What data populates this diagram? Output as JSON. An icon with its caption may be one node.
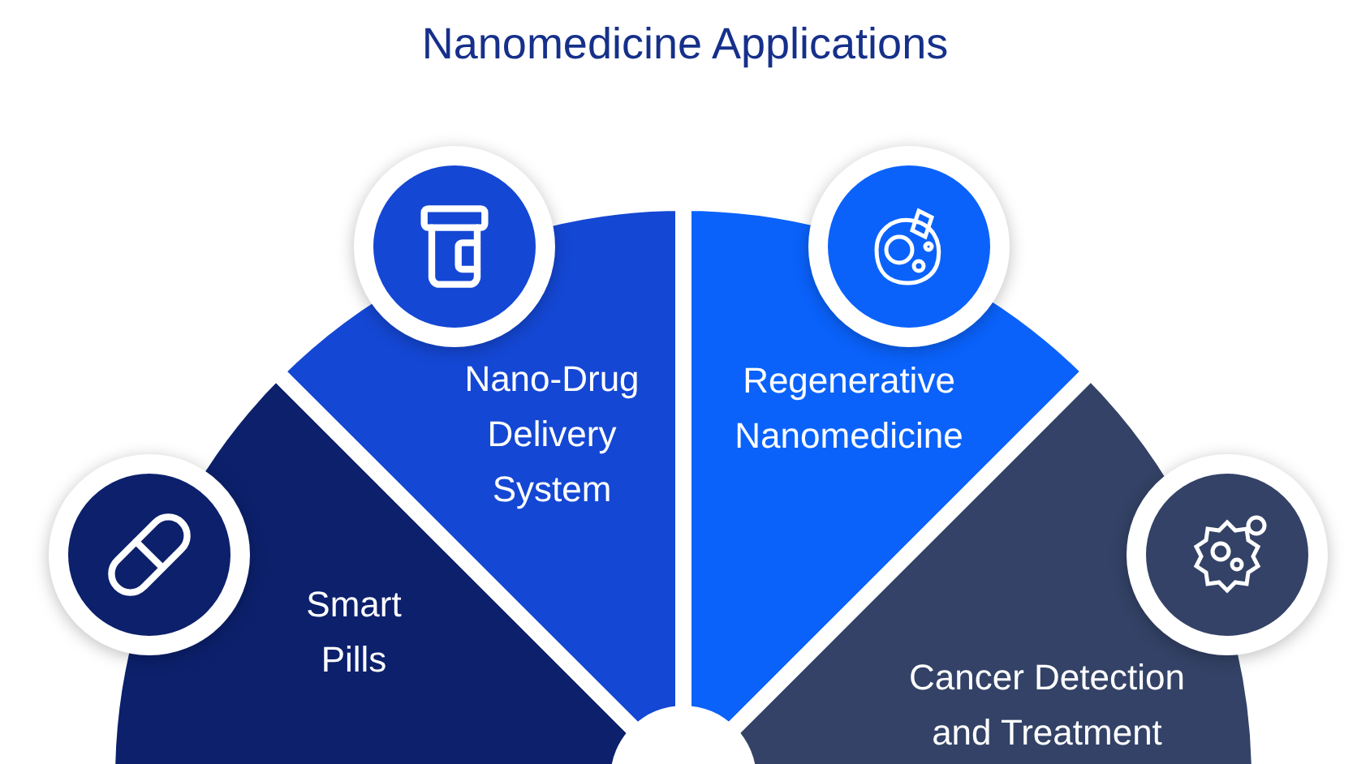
{
  "diagram": {
    "title": "Nanomedicine Applications",
    "nodes": [
      {
        "text": [
          "Smart Pills"
        ]
      },
      {
        "text": [
          "Nano-Drug Delivery System"
        ]
      },
      {
        "text": [
          "Regenerative Nanomedicine"
        ]
      },
      {
        "text": [
          "Cancer Detection and Treatment"
        ]
      },
      {
        "text": [],
        "shape": "circle"
      }
    ]
  }
}
